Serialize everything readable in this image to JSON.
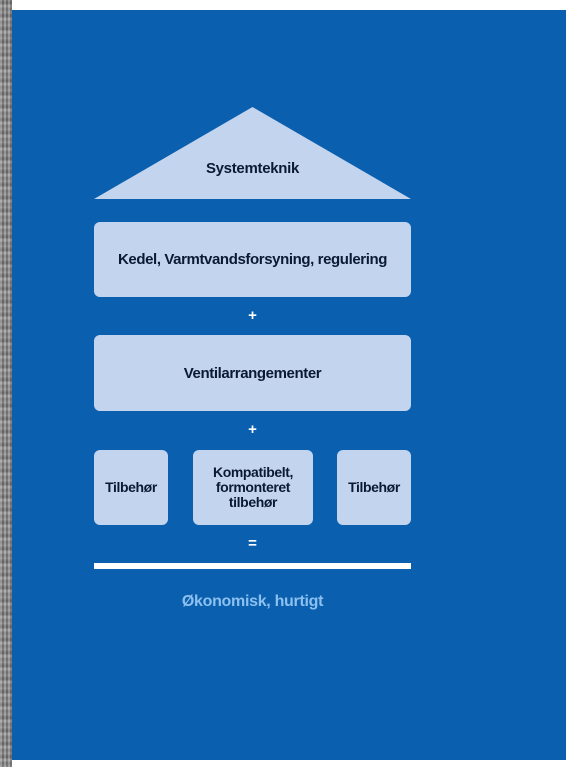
{
  "diagram": {
    "roof_label": "Systemteknik",
    "row1_label": "Kedel, Varmtvandsforsyning, regulering",
    "plus1": "+",
    "row2_label": "Ventilarrangementer",
    "plus2": "+",
    "accessory_left": "Tilbehør",
    "accessory_center_lines": [
      "Kompatibelt,",
      "formonteret",
      "tilbehør"
    ],
    "accessory_right": "Tilbehør",
    "equals": "=",
    "result": "Økonomisk, hurtigt"
  },
  "colors": {
    "background_panel": "#0a5fae",
    "box_fill": "#c3d4ef",
    "box_text": "#0b1a33",
    "result_text": "#8cc0ee"
  }
}
